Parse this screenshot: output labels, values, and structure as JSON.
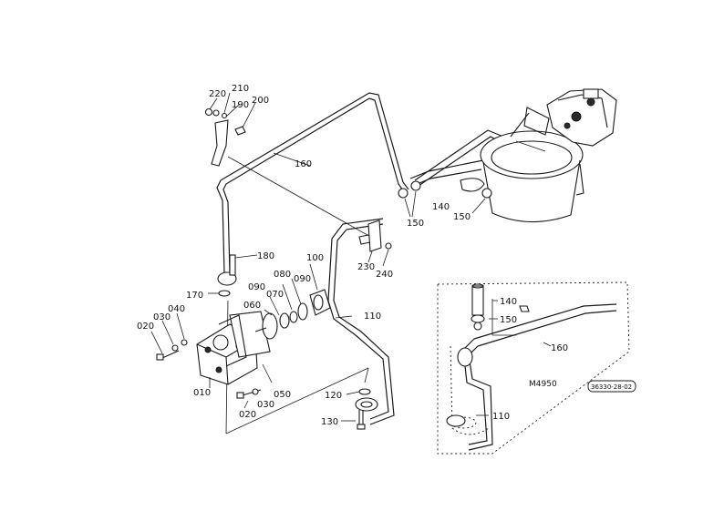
{
  "callouts": [
    {
      "id": "c220",
      "text": "220"
    },
    {
      "id": "c210",
      "text": "210"
    },
    {
      "id": "c190",
      "text": "190"
    },
    {
      "id": "c200",
      "text": "200"
    },
    {
      "id": "c160a",
      "text": "160"
    },
    {
      "id": "c150a",
      "text": "150"
    },
    {
      "id": "c140a",
      "text": "140"
    },
    {
      "id": "c150b",
      "text": "150"
    },
    {
      "id": "c230",
      "text": "230"
    },
    {
      "id": "c240",
      "text": "240"
    },
    {
      "id": "c180",
      "text": "180"
    },
    {
      "id": "c100",
      "text": "100"
    },
    {
      "id": "c080",
      "text": "080"
    },
    {
      "id": "c090a",
      "text": "090"
    },
    {
      "id": "c090b",
      "text": "090"
    },
    {
      "id": "c070",
      "text": "070"
    },
    {
      "id": "c060",
      "text": "060"
    },
    {
      "id": "c170",
      "text": "170"
    },
    {
      "id": "c040",
      "text": "040"
    },
    {
      "id": "c030a",
      "text": "030"
    },
    {
      "id": "c020a",
      "text": "020"
    },
    {
      "id": "c010",
      "text": "010"
    },
    {
      "id": "c050",
      "text": "050"
    },
    {
      "id": "c030b",
      "text": "030"
    },
    {
      "id": "c020b",
      "text": "020"
    },
    {
      "id": "c110a",
      "text": "110"
    },
    {
      "id": "c120",
      "text": "120"
    },
    {
      "id": "c130",
      "text": "130"
    },
    {
      "id": "c140b",
      "text": "140"
    },
    {
      "id": "c150c",
      "text": "150"
    },
    {
      "id": "c160b",
      "text": "160"
    },
    {
      "id": "c110b",
      "text": "110"
    }
  ],
  "inset": {
    "model": "M4950",
    "drawing_no": "36330-28-02"
  }
}
